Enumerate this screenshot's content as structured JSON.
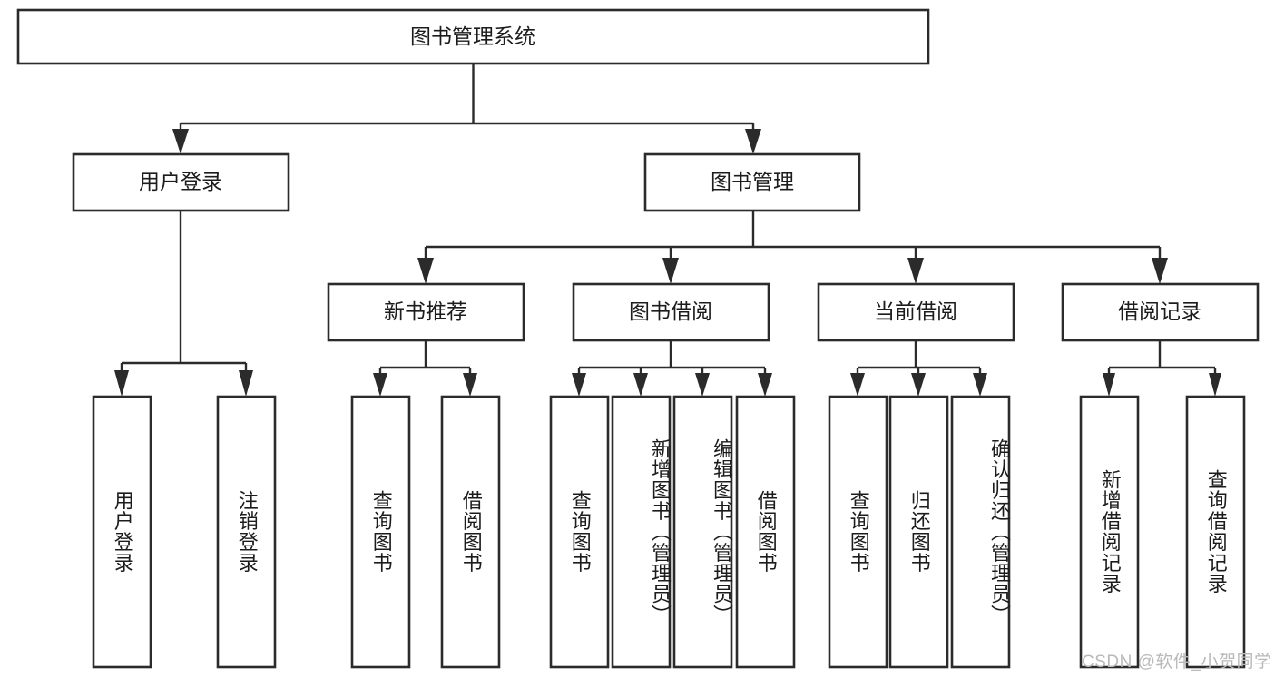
{
  "diagram": {
    "type": "tree-hierarchy",
    "title": "图书管理系统",
    "orientation": "top-down",
    "colors": {
      "box_stroke": "#2b2b2b",
      "box_fill": "#ffffff",
      "connector": "#2b2b2b",
      "text": "#1c1c1c",
      "watermark": "#b9b9b9",
      "background": "#ffffff"
    },
    "root": {
      "id": "root",
      "label": "图书管理系统"
    },
    "level2": [
      {
        "id": "user-login",
        "label": "用户登录"
      },
      {
        "id": "book-management",
        "label": "图书管理"
      }
    ],
    "level3": [
      {
        "id": "new-book-recommend",
        "label": "新书推荐",
        "parent": "book-management"
      },
      {
        "id": "book-borrow",
        "label": "图书借阅",
        "parent": "book-management"
      },
      {
        "id": "current-borrow",
        "label": "当前借阅",
        "parent": "book-management"
      },
      {
        "id": "borrow-record",
        "label": "借阅记录",
        "parent": "book-management"
      }
    ],
    "leaves": [
      {
        "id": "leaf-user-login",
        "label": "用户登录",
        "parent": "user-login"
      },
      {
        "id": "leaf-logout-login",
        "label": "注销登录",
        "parent": "user-login"
      },
      {
        "id": "leaf-query-book-1",
        "label": "查询图书",
        "parent": "new-book-recommend"
      },
      {
        "id": "leaf-borrow-book-1",
        "label": "借阅图书",
        "parent": "new-book-recommend"
      },
      {
        "id": "leaf-query-book-2",
        "label": "查询图书",
        "parent": "book-borrow"
      },
      {
        "id": "leaf-add-book",
        "label": "新增图书（管理员）",
        "parent": "book-borrow"
      },
      {
        "id": "leaf-edit-book",
        "label": "编辑图书（管理员）",
        "parent": "book-borrow"
      },
      {
        "id": "leaf-borrow-book-2",
        "label": "借阅图书",
        "parent": "book-borrow"
      },
      {
        "id": "leaf-query-book-3",
        "label": "查询图书",
        "parent": "current-borrow"
      },
      {
        "id": "leaf-return-book",
        "label": "归还图书",
        "parent": "current-borrow"
      },
      {
        "id": "leaf-confirm-return",
        "label": "确认归还（管理员）",
        "parent": "current-borrow"
      },
      {
        "id": "leaf-add-record",
        "label": "新增借阅记录",
        "parent": "borrow-record"
      },
      {
        "id": "leaf-query-record",
        "label": "查询借阅记录",
        "parent": "borrow-record"
      }
    ],
    "watermark": "CSDN @软件_小贺同学"
  }
}
